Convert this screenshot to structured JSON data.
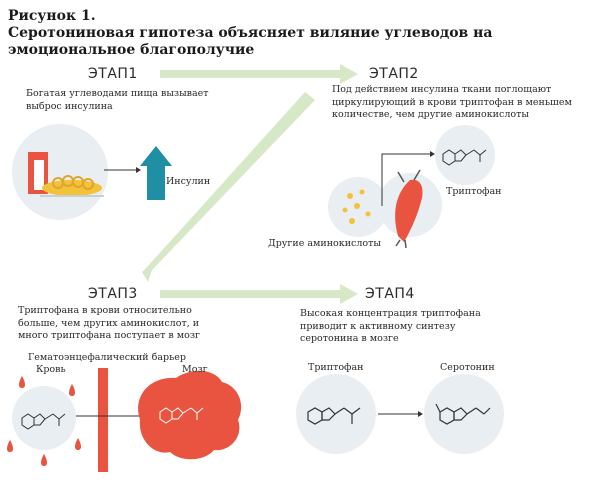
{
  "figure": {
    "label": "Рисунок 1.",
    "title_line1": "Серотониновая гипотеза объясняет виляние углеводов на",
    "title_line2": "эмоциональное благополучие"
  },
  "stages": [
    {
      "label": "ЭТАП1",
      "text_lines": [
        "Богатая углеводами пища вызывает",
        "выброс инсулина"
      ]
    },
    {
      "label": "ЭТАП2",
      "text_lines": [
        "Под действием инсулина ткани поглощают",
        "циркулирующий в крови триптофан в меньшем",
        "количестве, чем другие аминокислоты"
      ]
    },
    {
      "label": "ЭТАП3",
      "text_lines": [
        "Триптофана в крови относительно",
        "больше, чем других аминокислот, и",
        "много триптофана поступает в мозг"
      ]
    },
    {
      "label": "ЭТАП4",
      "text_lines": [
        "Высокая концентрация триптофана",
        "приводит к активному синтезу",
        "серотонина в мозге"
      ]
    }
  ],
  "labels": {
    "insulin": "Инсулин",
    "tryptophan_s2": "Триптофан",
    "other_amino": "Другие аминокислоты",
    "bbb": "Гематоэнцефалический барьер",
    "blood": "Кровь",
    "brain": "Мозг",
    "tryptophan_s4": "Триптофан",
    "serotonin": "Серотонин"
  },
  "colors": {
    "arrow_green": "#d6e8c6",
    "teal": "#1f8fa3",
    "red": "#e8543f",
    "circle": "#e9eef3",
    "dots": "#f2c23a"
  }
}
